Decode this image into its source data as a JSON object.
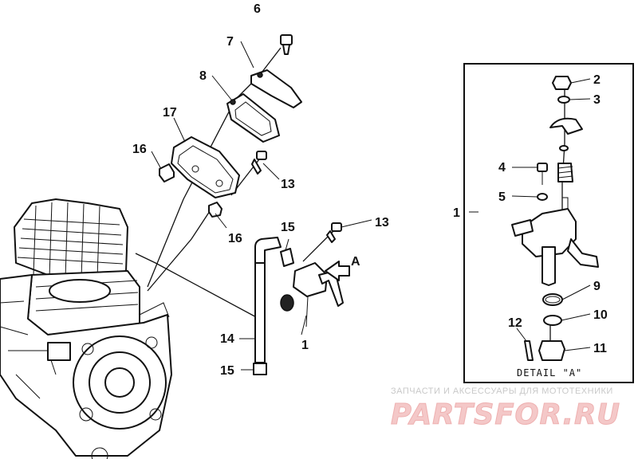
{
  "callouts": {
    "c1_main": "1",
    "c1_detail": "1",
    "c2": "2",
    "c3": "3",
    "c4": "4",
    "c5": "5",
    "c6": "6",
    "c7": "7",
    "c8": "8",
    "c9": "9",
    "c10": "10",
    "c11": "11",
    "c12": "12",
    "c13_top": "13",
    "c13_mid": "13",
    "c14": "14",
    "c15_top": "15",
    "c15_bottom": "15",
    "c16_left": "16",
    "c16_right": "16",
    "c17": "17",
    "arrow_a": "A"
  },
  "detail_caption": "DETAIL \"A\"",
  "watermark": {
    "tagline": "ЗАПЧАСТИ И АКСЕССУАРЫ ДЛЯ МОТОТЕХНИКИ",
    "logo": "PARTSFOR.RU"
  }
}
